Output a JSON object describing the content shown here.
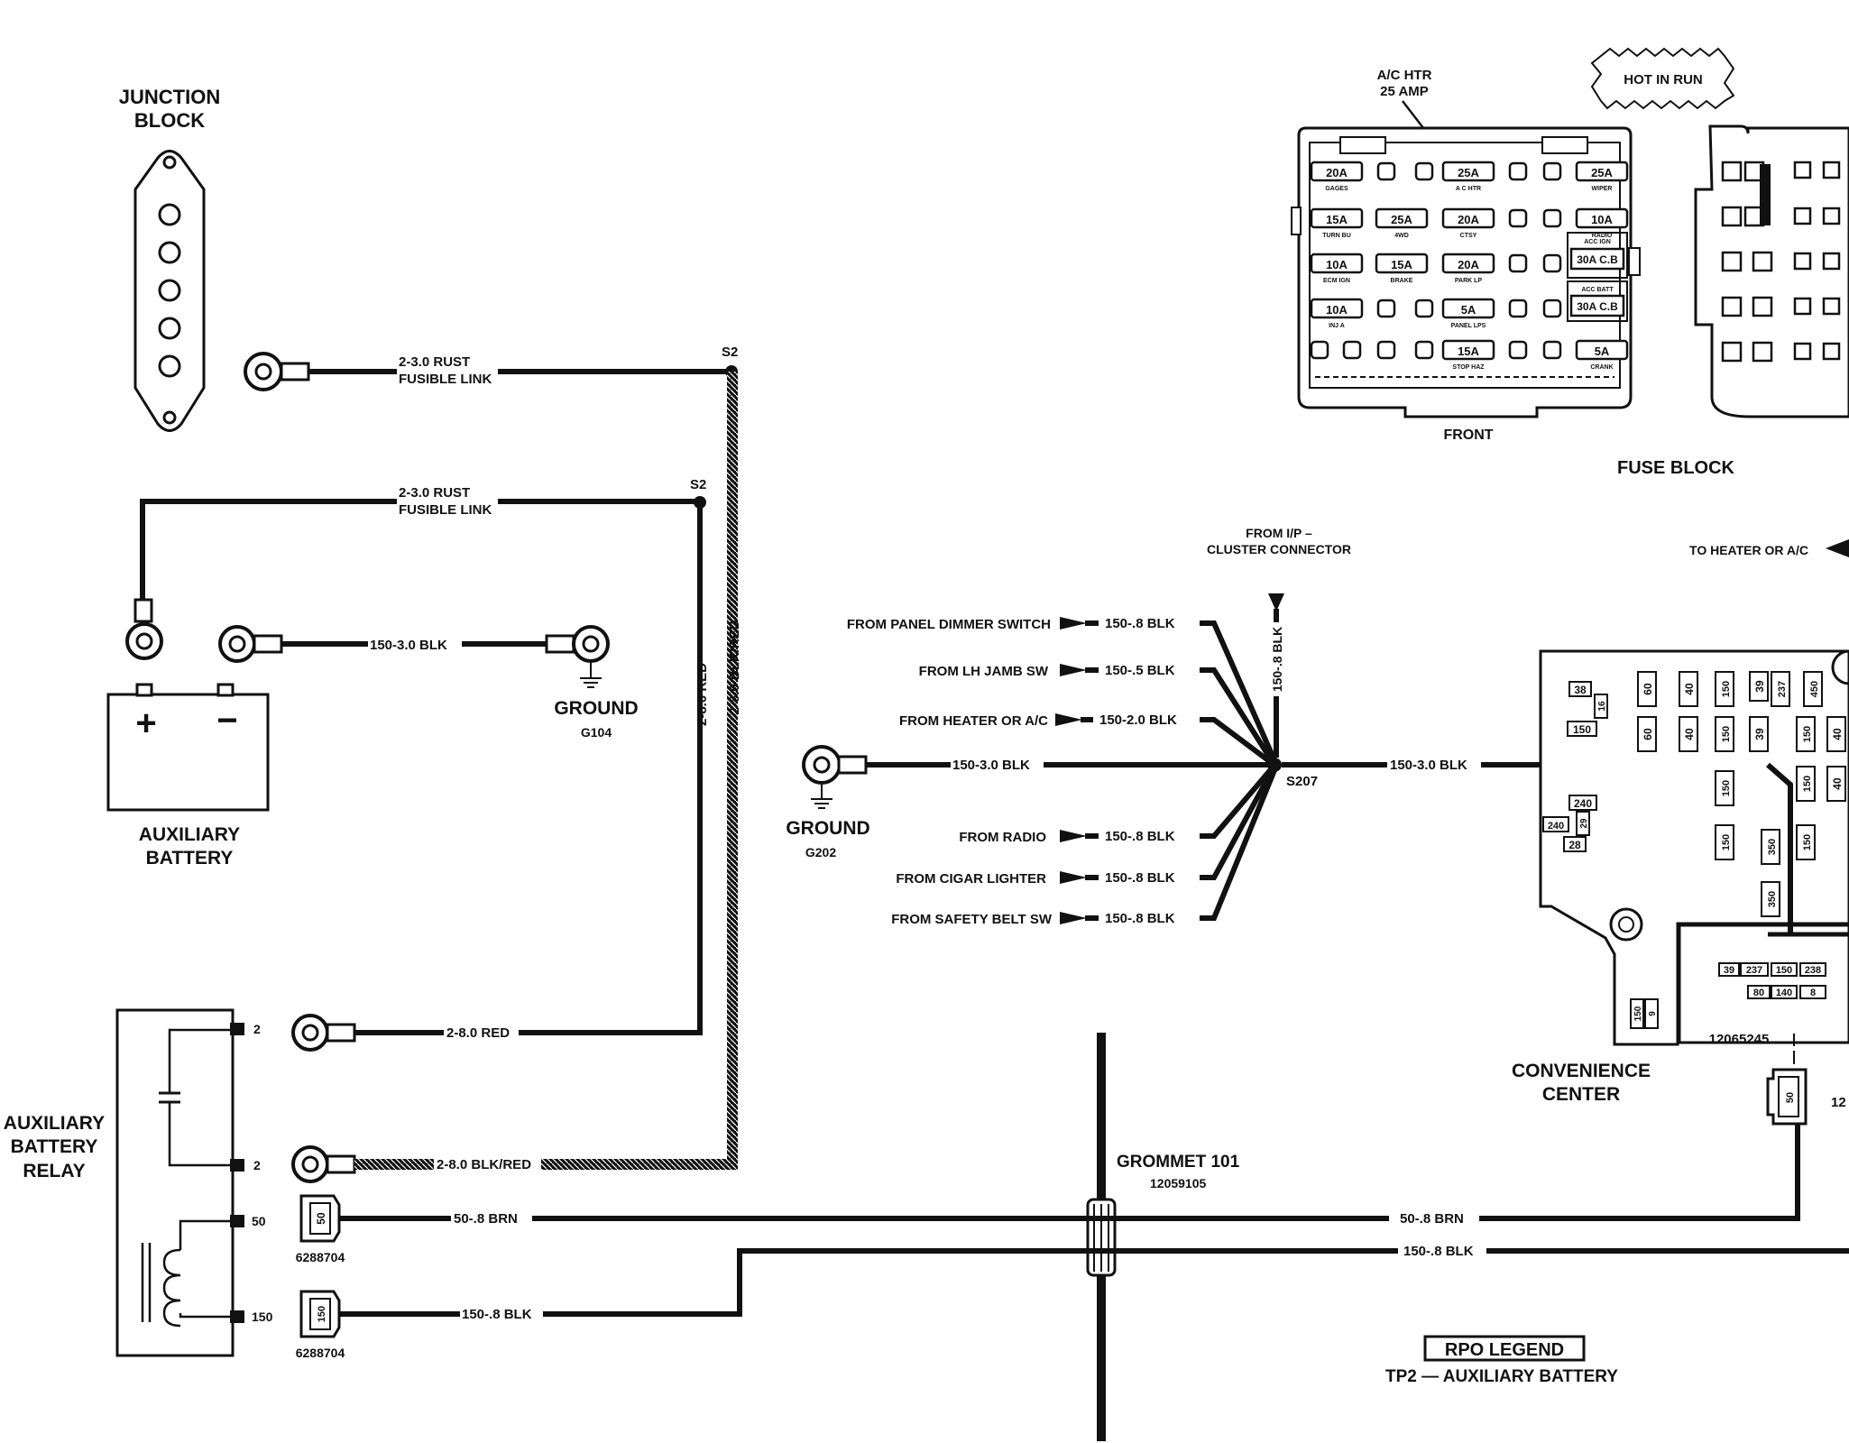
{
  "junction_block": {
    "title_line1": "JUNCTION",
    "title_line2": "BLOCK"
  },
  "fusible_links": {
    "top": {
      "line1": "2-3.0 RUST",
      "line2": "FUSIBLE LINK",
      "splice": "S2"
    },
    "second": {
      "line1": "2-3.0 RUST",
      "line2": "FUSIBLE LINK",
      "splice": "S2"
    }
  },
  "aux_battery": {
    "plus": "+",
    "minus": "−",
    "label_line1": "AUXILIARY",
    "label_line2": "BATTERY"
  },
  "ground_g104": {
    "wire": "150-3.0 BLK",
    "label": "GROUND",
    "id": "G104"
  },
  "vertical_wires": {
    "red": "2-8.0 RED",
    "blk_red": "2-8.0 BLK/RED"
  },
  "relay": {
    "label_line1": "AUXILIARY",
    "label_line2": "BATTERY",
    "label_line3": "RELAY",
    "pins": [
      "2",
      "2",
      "50",
      "150"
    ],
    "connector_50": {
      "pin": "50",
      "part": "6288704"
    },
    "connector_150": {
      "pin": "150",
      "part": "6288704"
    },
    "wire_red": "2-8.0 RED",
    "wire_blkred": "2-8.0 BLK/RED",
    "wire_brn": "50-.8 BRN",
    "wire_blk": "150-.8 BLK"
  },
  "splice_s207": {
    "id": "S207",
    "from_cluster_line1": "FROM I/P –",
    "from_cluster_line2": "CLUSTER CONNECTOR",
    "cluster_wire": "150-.8 BLK",
    "inputs_top": [
      {
        "from": "FROM PANEL  DIMMER SWITCH",
        "wire": "150-.8 BLK"
      },
      {
        "from": "FROM LH  JAMB SW",
        "wire": "150-.5 BLK"
      },
      {
        "from": "FROM HEATER OR A/C",
        "wire": "150-2.0 BLK"
      }
    ],
    "inputs_bottom": [
      {
        "from": "FROM RADIO",
        "wire": "150-.8 BLK"
      },
      {
        "from": "FROM CIGAR LIGHTER",
        "wire": "150-.8 BLK"
      },
      {
        "from": "FROM SAFETY BELT SW",
        "wire": "150-.8 BLK"
      }
    ],
    "ground_wire": "150-3.0 BLK",
    "ground_label": "GROUND",
    "ground_id": "G202",
    "output_wire": "150-3.0 BLK"
  },
  "fuse_block": {
    "callout_line1": "A/C HTR",
    "callout_line2": "25 AMP",
    "hot_in_run": "HOT IN RUN",
    "front_label": "FRONT",
    "title": "FUSE BLOCK",
    "to_heater": "TO HEATER OR A/C",
    "fuses": [
      {
        "amp": "20A",
        "name": "GAGES"
      },
      {
        "amp": "25A",
        "name": "A C HTR"
      },
      {
        "amp": "25A",
        "name": "WIPER"
      },
      {
        "amp": "15A",
        "name": "TURN BU"
      },
      {
        "amp": "25A",
        "name": "4WD"
      },
      {
        "amp": "20A",
        "name": "CTSY"
      },
      {
        "amp": "10A",
        "name": "RADIO"
      },
      {
        "amp": "10A",
        "name": "ECM IGN"
      },
      {
        "amp": "15A",
        "name": "BRAKE"
      },
      {
        "amp": "20A",
        "name": "PARK LP"
      },
      {
        "amp": "10A",
        "name": "INJ A"
      },
      {
        "amp": "5A",
        "name": "PANEL LPS"
      },
      {
        "amp": "15A",
        "name": "STOP HAZ"
      },
      {
        "amp": "5A",
        "name": "CRANK"
      }
    ],
    "breakers": [
      {
        "label": "ACC IGN",
        "value": "30A C.B"
      },
      {
        "label": "ACC BATT",
        "value": "30A C.B"
      }
    ]
  },
  "convenience_center": {
    "label_line1": "CONVENIENCE",
    "label_line2": "CENTER",
    "part": "12065245",
    "part_partial": "12",
    "connector_pin": "50",
    "slot_numbers": [
      "38",
      "16",
      "60",
      "40",
      "150",
      "39",
      "237",
      "450",
      "150",
      "60",
      "40",
      "150",
      "39",
      "150",
      "40",
      "240",
      "29",
      "240",
      "28",
      "150",
      "350",
      "150",
      "40",
      "150",
      "350",
      "150",
      "39",
      "237",
      "150",
      "238",
      "80",
      "140",
      "8",
      "150",
      "9"
    ]
  },
  "grommet": {
    "label": "GROMMET 101",
    "part": "12059105"
  },
  "rpo_legend": {
    "title": "RPO LEGEND",
    "entry": "TP2 — AUXILIARY BATTERY"
  }
}
